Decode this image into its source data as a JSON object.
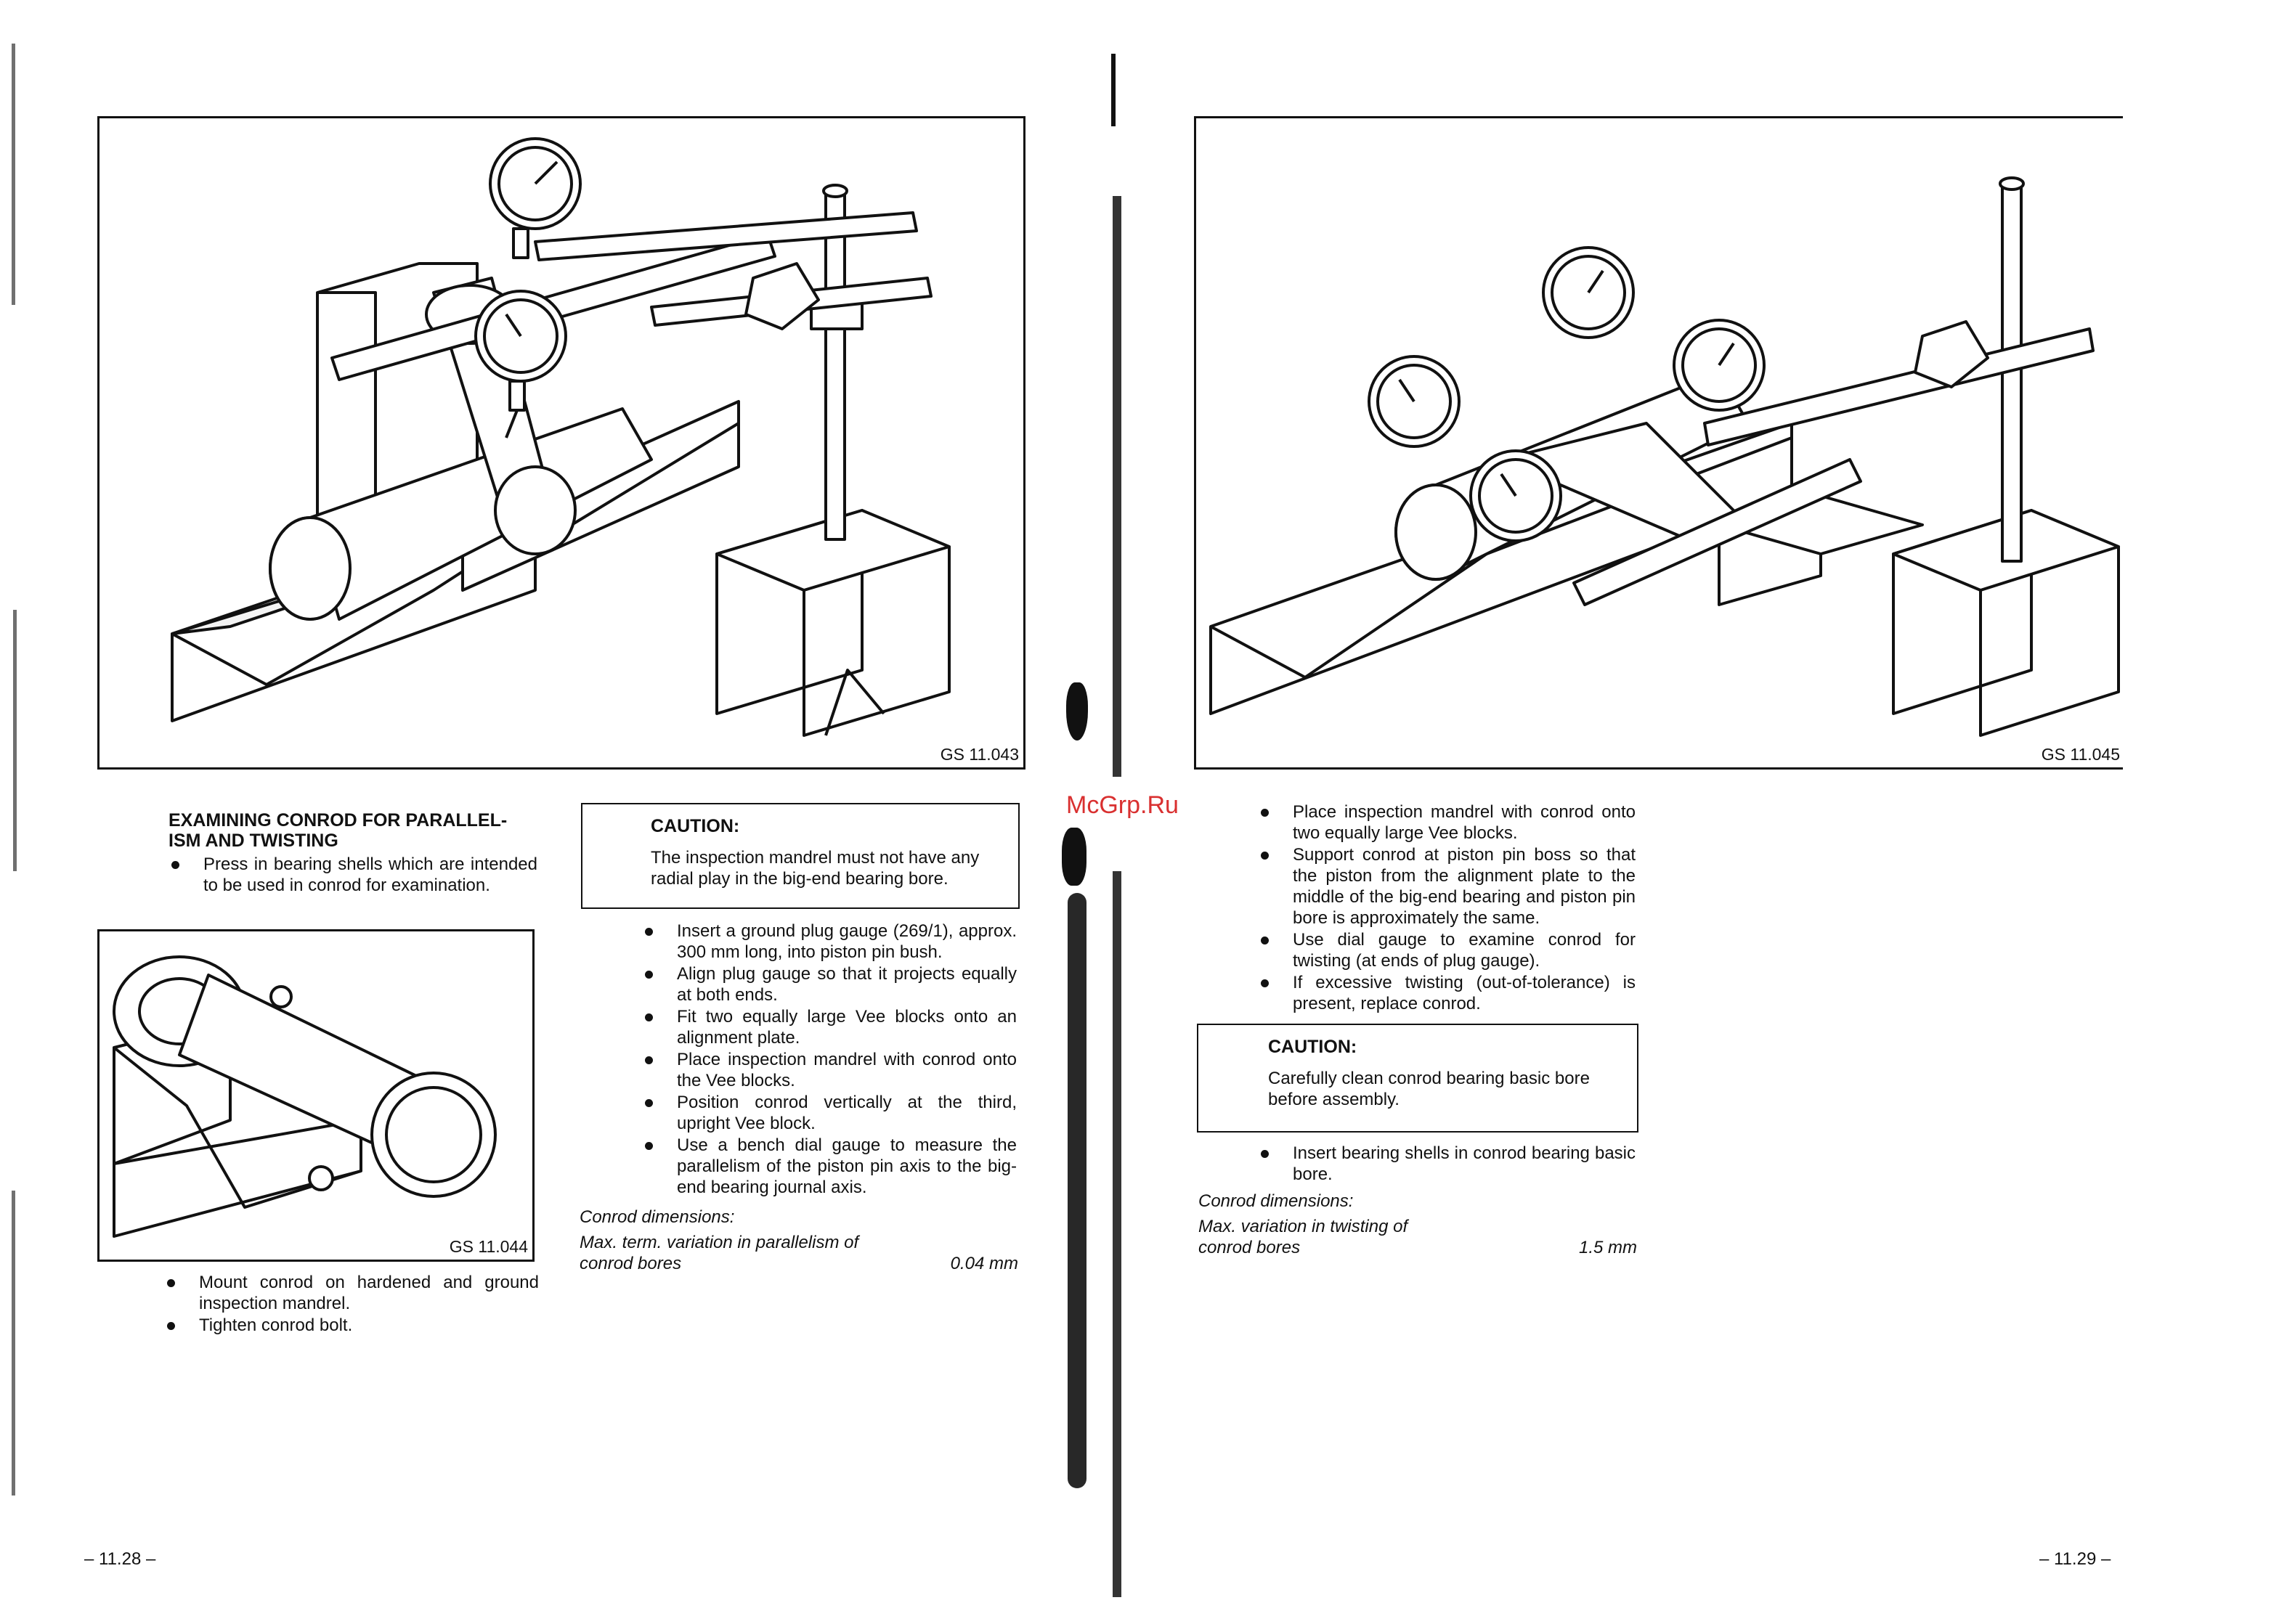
{
  "left": {
    "figures": {
      "fig1_label": "GS 11.043",
      "fig2_label": "GS 11.044"
    },
    "heading": "EXAMINING CONROD FOR PARALLEL-\nISM AND TWISTING",
    "intro_bullets": [
      "Press in bearing shells which are intended to be used in conrod for examination."
    ],
    "after_fig_bullets": [
      "Mount conrod on hardened and ground inspection mandrel.",
      "Tighten conrod bolt."
    ],
    "caution": {
      "title": "CAUTION:",
      "body": "The inspection mandrel must not have any radial play in the big-end bearing bore."
    },
    "middle_bullets": [
      "Insert a ground plug gauge (269/1), approx. 300 mm long, into piston pin bush.",
      "Align plug gauge so that it projects equally at both ends.",
      "Fit two equally large Vee blocks onto an alignment plate.",
      "Place inspection mandrel with conrod onto the Vee blocks.",
      "Position conrod vertically at the third, upright Vee block.",
      "Use a bench dial gauge to measure the parallelism of the piston pin axis to the big-end bearing journal axis."
    ],
    "dims": {
      "title": "Conrod dimensions:",
      "label_line1": "Max. term. variation in parallelism of",
      "label_line2": "conrod bores",
      "value": "0.04 mm"
    },
    "page_number": "– 11.28 –"
  },
  "right": {
    "figures": {
      "fig3_label": "GS 11.045"
    },
    "bullets": [
      "Place inspection mandrel with conrod onto two equally large Vee blocks.",
      "Support conrod at piston pin boss so that the piston from the alignment plate to the middle of the big-end bearing and piston pin bore is approximately the same.",
      "Use dial gauge to examine conrod for twisting (at ends of plug gauge).",
      "If excessive twisting (out-of-tolerance) is present, replace conrod."
    ],
    "caution": {
      "title": "CAUTION:",
      "body": "Carefully clean conrod bearing basic bore before assembly."
    },
    "bullets2": [
      "Insert bearing shells in conrod bearing basic bore."
    ],
    "dims": {
      "title": "Conrod dimensions:",
      "label_line1": "Max. variation in twisting of",
      "label_line2": "conrod bores",
      "value": "1.5 mm"
    },
    "page_number": "– 11.29 –"
  },
  "watermark": "McGrp.Ru"
}
